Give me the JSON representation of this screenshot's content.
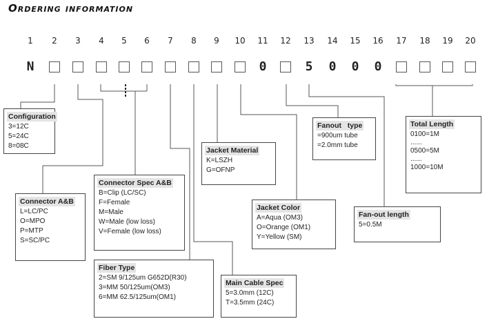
{
  "title": "Ordering information",
  "positions": [
    "1",
    "2",
    "3",
    "4",
    "5",
    "6",
    "7",
    "8",
    "9",
    "10",
    "11",
    "12",
    "13",
    "14",
    "15",
    "16",
    "17",
    "18",
    "19",
    "20"
  ],
  "fixed": {
    "p1": "N",
    "p11": "0",
    "p13": "5",
    "p14": "0",
    "p15": "0",
    "p16": "0"
  },
  "boxes": {
    "configuration": {
      "title": "Configuration",
      "lines": [
        "3=12C",
        "5=24C",
        "8=08C"
      ]
    },
    "connector_ab": {
      "title": "Connector A&B",
      "lines": [
        "L=LC/PC",
        "O=MPO",
        "P=MTP",
        "S=SC/PC"
      ]
    },
    "connector_spec": {
      "title": "Connector Spec A&B",
      "lines": [
        "B=Clip (LC/SC)",
        "F=Female",
        "M=Male",
        "W=Male (low loss)",
        "V=Female (low loss)"
      ]
    },
    "fiber_type": {
      "title": "Fiber Type",
      "lines": [
        "2=SM 9/125um G652D(R30)",
        "3=MM 50/125um(OM3)",
        "6=MM 62.5/125um(OM1)"
      ]
    },
    "jacket_material": {
      "title": "Jacket Material",
      "lines": [
        "K=LSZH",
        "G=OFNP"
      ]
    },
    "main_cable": {
      "title": "Main Cable Spec",
      "lines": [
        "5=3.0mm (12C)",
        "T=3.5mm (24C)"
      ]
    },
    "jacket_color": {
      "title": "Jacket Color",
      "lines": [
        "A=Aqua (OM3)",
        "O=Orange (OM1)",
        "Y=Yellow (SM)"
      ]
    },
    "fanout_type": {
      "title": "Fanout   type",
      "lines": [
        "=900um tube",
        "=2.0mm tube"
      ]
    },
    "fanout_length": {
      "title": "Fan-out length",
      "lines": [
        "5=0.5M"
      ]
    },
    "total_length": {
      "title": "Total Length",
      "lines": [
        "0100=1M",
        "......",
        "0500=5M",
        "......",
        "1000=10M"
      ]
    }
  }
}
